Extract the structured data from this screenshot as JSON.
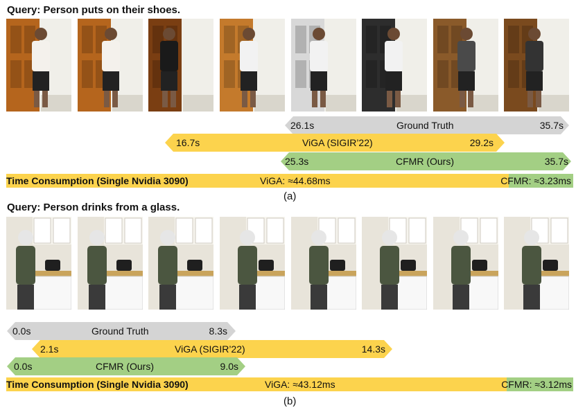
{
  "panel_a": {
    "query": "Query: Person puts on their shoes.",
    "ground_truth": {
      "start": "26.1s",
      "label": "Ground Truth",
      "end": "35.7s"
    },
    "viga": {
      "start": "16.7s",
      "label": "ViGA (SIGIR’22)",
      "end": "29.2s"
    },
    "cfmr": {
      "start": "25.3s",
      "label": "CFMR (Ours)",
      "end": "35.7s"
    },
    "time": {
      "title": "Time Consumption (Single Nvidia 3090)",
      "viga": "ViGA: ≈44.68ms",
      "cfmr": "CFMR: ≈3.23ms"
    },
    "caption": "(a)"
  },
  "panel_b": {
    "query": "Query: Person drinks from a glass.",
    "ground_truth": {
      "start": "0.0s",
      "label": "Ground Truth",
      "end": "8.3s"
    },
    "viga": {
      "start": "2.1s",
      "label": "ViGA (SIGIR’22)",
      "end": "14.3s"
    },
    "cfmr": {
      "start": "0.0s",
      "label": "CFMR (Ours)",
      "end": "9.0s"
    },
    "time": {
      "title": "Time Consumption (Single Nvidia 3090)",
      "viga": "ViGA: ≈43.12ms",
      "cfmr": "CFMR: ≈3.12ms"
    },
    "caption": "(b)"
  },
  "colors": {
    "ground_truth": "#d4d4d4",
    "viga": "#fcd34d",
    "cfmr": "#a3cf84"
  },
  "icons": {
    "video_frame": "video-frame-thumbnail"
  }
}
